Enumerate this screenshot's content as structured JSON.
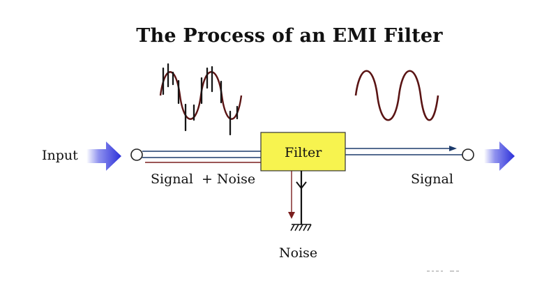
{
  "title": "The Process of an EMI Filter",
  "labels": {
    "input": "Input",
    "filter": "Filter",
    "signal_plus_noise": "Signal  + Noise",
    "signal": "Signal",
    "noise": "Noise"
  },
  "colors": {
    "arrow_blue": "#2b2fd9",
    "filter_fill": "#f7f34f",
    "signal_line": "#1b3a6b",
    "noise_line": "#7a1e1e",
    "waveform": "#5a1414"
  },
  "icons": [
    "input-arrow-icon",
    "output-arrow-icon",
    "ground-icon"
  ]
}
